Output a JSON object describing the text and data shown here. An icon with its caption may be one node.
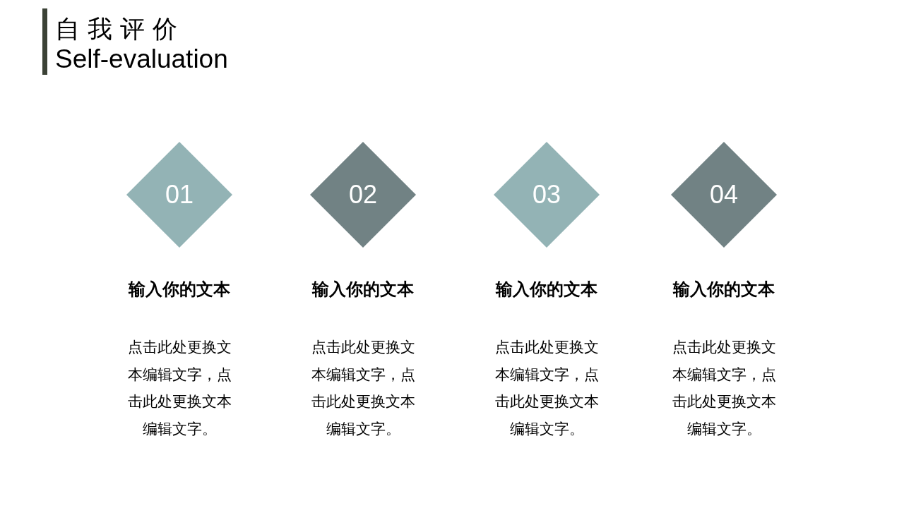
{
  "diagram": {
    "title": "自我评价",
    "nodes": [
      {
        "text": [
          "01"
        ],
        "beside": [
          "输入你的文本",
          "点击此处更换文本编辑文字，点击此处更换文本编辑文字。"
        ]
      },
      {
        "text": [
          "02"
        ],
        "beside": [
          "输入你的文本",
          "点击此处更换文本编辑文字，点击此处更换文本编辑文字。"
        ]
      },
      {
        "text": [
          "03"
        ],
        "beside": [
          "输入你的文本",
          "点击此处更换文本编辑文字，点击此处更换文本编辑文字。"
        ]
      },
      {
        "text": [
          "04"
        ],
        "beside": [
          "输入你的文本",
          "点击此处更换文本编辑文字，点击此处更换文本编辑文字。"
        ]
      }
    ],
    "edges": [],
    "labels": [
      "Self-evaluation"
    ]
  }
}
